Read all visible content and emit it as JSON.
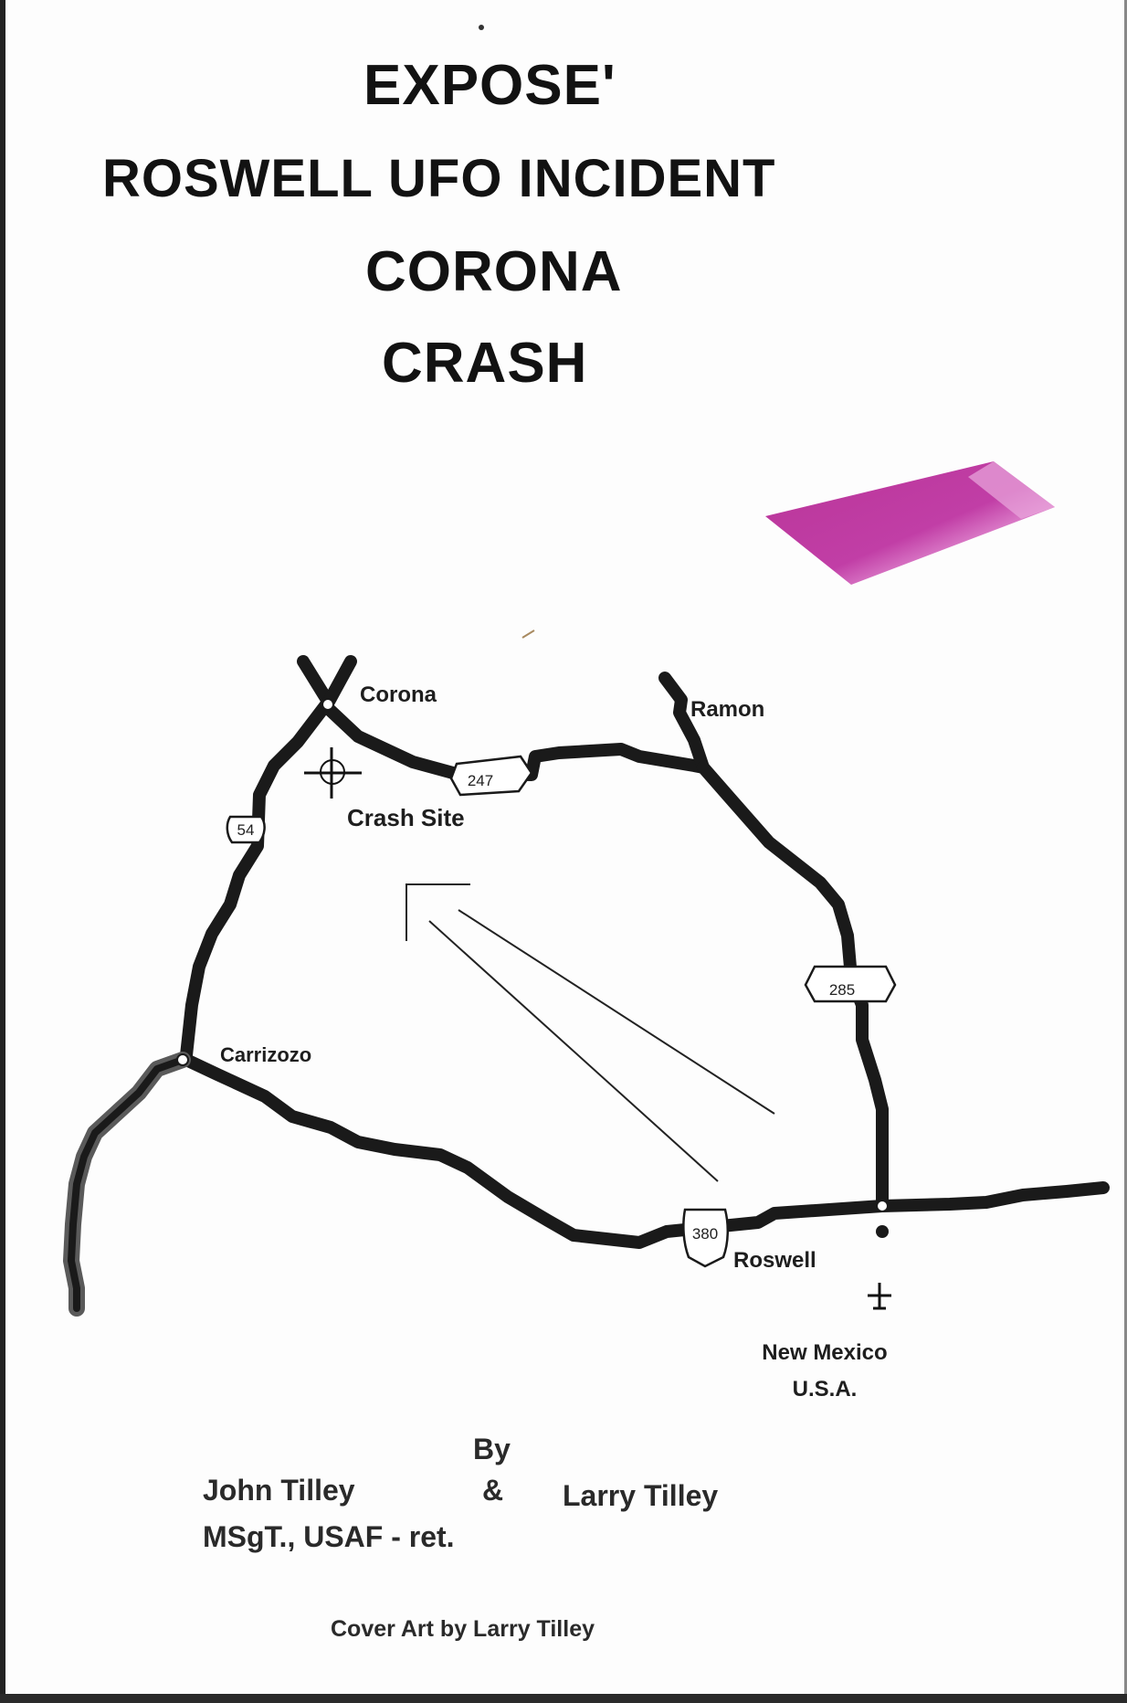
{
  "cover": {
    "title_line1": "EXPOSE'",
    "title_line2": "ROSWELL UFO INCIDENT",
    "title_line3": "CORONA",
    "title_line4": "CRASH"
  },
  "map": {
    "places": {
      "corona": "Corona",
      "ramon": "Ramon",
      "crash_site": "Crash Site",
      "carrizozo": "Carrizozo",
      "roswell": "Roswell",
      "region": "New Mexico",
      "country": "U.S.A."
    },
    "highways": {
      "route_247": "247",
      "route_54": "54",
      "route_285": "285",
      "route_380": "380"
    }
  },
  "credits": {
    "by": "By",
    "author1": "John Tilley",
    "ampersand": "&",
    "author2": "Larry Tilley",
    "author1_rank": "MSgT., USAF - ret.",
    "cover_art": "Cover Art by Larry Tilley"
  },
  "colors": {
    "ufo_magenta": "#c13ea6",
    "ufo_highlight": "#e79ad8",
    "road": "#1a1a1a"
  }
}
